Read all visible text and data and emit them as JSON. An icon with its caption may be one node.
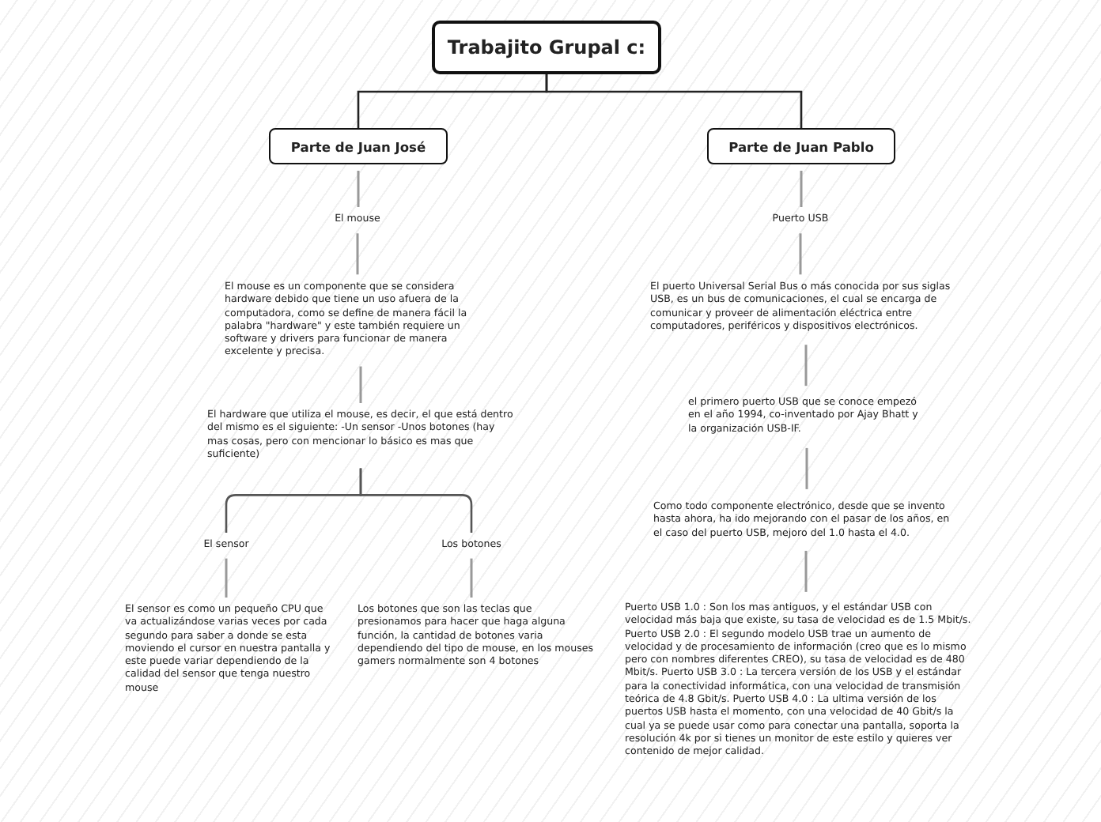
{
  "diagram": {
    "nodes": [
      {
        "text": [
          "Trabajito Grupal c:"
        ]
      },
      {
        "text": [
          "Parte de Juan José"
        ]
      },
      {
        "text": [
          "Parte de Juan Pablo"
        ]
      },
      {
        "text": [
          "El mouse"
        ]
      },
      {
        "text": [
          "El mouse es un componente que se considera hardware debido que tiene un uso afuera de la computadora, como se define de manera fácil la palabra \"hardware\" y este también requiere un software y drivers para funcionar de manera excelente y precisa."
        ]
      },
      {
        "text": [
          "El hardware que utiliza el mouse, es decir, el que está dentro del mismo es el siguiente: -Un sensor -Unos botones (hay mas cosas, pero con mencionar lo básico es mas que suficiente)"
        ]
      },
      {
        "text": [
          "El sensor"
        ]
      },
      {
        "text": [
          "Los botones"
        ]
      },
      {
        "text": [
          "El sensor es como un pequeño CPU que va actualizándose varias veces por cada segundo para saber a donde se esta moviendo el cursor en nuestra pantalla y este puede variar dependiendo de la calidad del sensor que tenga nuestro mouse"
        ]
      },
      {
        "text": [
          "Los botones que son las teclas que presionamos para hacer que haga alguna función, la cantidad de botones varia dependiendo del tipo de mouse, en los mouses gamers normalmente son 4 botones"
        ]
      },
      {
        "text": [
          "Puerto USB"
        ]
      },
      {
        "text": [
          "El puerto Universal Serial Bus o más conocida por sus siglas USB, es un bus de comunicaciones, el cual se encarga de comunicar y proveer de alimentación eléctrica entre computadores, periféricos y dispositivos electrónicos."
        ]
      },
      {
        "text": [
          "el primero puerto USB que se conoce empezó en el año 1994, co-inventado por Ajay Bhatt y la organización USB-IF."
        ]
      },
      {
        "text": [
          "Como todo componente electrónico, desde que se invento hasta ahora, ha ido mejorando con el pasar de los años, en el caso del puerto USB, mejoro del 1.0 hasta el 4.0."
        ]
      },
      {
        "text": [
          "Puerto USB 1.0 : Son los mas antiguos, y el estándar USB con velocidad más baja que existe, su tasa de velocidad es de 1.5 Mbit/s. Puerto USB 2.0 : El segundo modelo USB trae un aumento de velocidad y de procesamiento de información (creo que es lo mismo pero con nombres diferentes CREO), su tasa de velocidad es de 480 Mbit/s. Puerto USB 3.0 : La tercera versión de los USB y el estándar para la conectividad informática, con una velocidad de transmisión teórica de 4.8 Gbit/s. Puerto USB 4.0 : La ultima versión de los puertos USB hasta el momento, con una velocidad de 40 Gbit/s la cual ya se puede usar como para conectar una pantalla, soporta la resolución 4k por si tienes un monitor de este estilo y quieres ver contenido de mejor calidad."
        ]
      }
    ],
    "edges": [
      {
        "from": 0,
        "to": 1,
        "arrow": "none",
        "color": "#222222"
      },
      {
        "from": 0,
        "to": 2,
        "arrow": "none",
        "color": "#222222"
      },
      {
        "from": 1,
        "to": 3,
        "arrow": "none"
      },
      {
        "from": 3,
        "to": 4,
        "arrow": "none"
      },
      {
        "from": 4,
        "to": 5,
        "arrow": "none"
      },
      {
        "from": 5,
        "to": 6,
        "arrow": "none",
        "color": "#555555"
      },
      {
        "from": 5,
        "to": 7,
        "arrow": "none",
        "color": "#555555"
      },
      {
        "from": 6,
        "to": 8,
        "arrow": "none"
      },
      {
        "from": 7,
        "to": 9,
        "arrow": "none"
      },
      {
        "from": 2,
        "to": 10,
        "arrow": "none"
      },
      {
        "from": 10,
        "to": 11,
        "arrow": "none"
      },
      {
        "from": 11,
        "to": 12,
        "arrow": "none"
      },
      {
        "from": 12,
        "to": 13,
        "arrow": "none"
      },
      {
        "from": 13,
        "to": 14,
        "arrow": "none"
      }
    ]
  }
}
